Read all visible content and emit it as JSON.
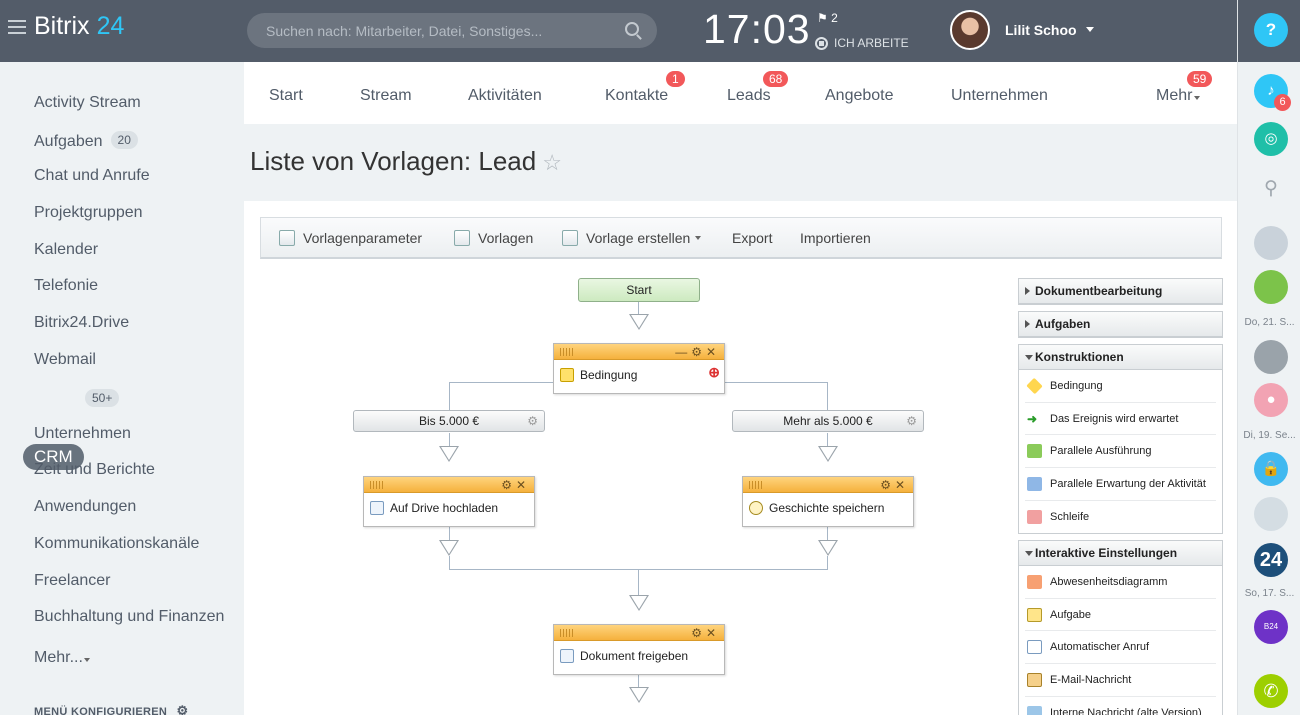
{
  "header": {
    "brand_name": "Bitrix",
    "brand_num": "24",
    "search_placeholder": "Suchen nach: Mitarbeiter, Datei, Sonstiges...",
    "clock": "17:03",
    "flag_count": "2",
    "work_status": "ICH ARBEITE",
    "user_name": "Lilit Schoo"
  },
  "right_bar": {
    "help": "?",
    "notify_badge": "6",
    "dates": [
      "Do, 21. S...",
      "Di, 19. Se...",
      "So, 17. S..."
    ],
    "b24": "24"
  },
  "left_nav": {
    "items": [
      "Activity Stream",
      "Aufgaben",
      "Chat und Anrufe",
      "Projektgruppen",
      "Kalender",
      "Telefonie",
      "Bitrix24.Drive",
      "Webmail",
      "CRM",
      "Unternehmen",
      "Zeit und Berichte",
      "Anwendungen",
      "Kommunikationskanäle",
      "Freelancer",
      "Buchhaltung und Finanzen",
      "Mehr..."
    ],
    "aufgaben_count": "20",
    "crm_count": "50+",
    "configure": "MENÜ KONFIGURIEREN"
  },
  "top_menu": {
    "items": [
      "Start",
      "Stream",
      "Aktivitäten",
      "Kontakte",
      "Leads",
      "Angebote",
      "Unternehmen",
      "Mehr"
    ],
    "kontakte_badge": "1",
    "leads_badge": "68",
    "mehr_badge": "59"
  },
  "page": {
    "title": "Liste von Vorlagen: Lead",
    "star": "☆"
  },
  "toolbar": {
    "params": "Vorlagenparameter",
    "templates": "Vorlagen",
    "create": "Vorlage erstellen",
    "export": "Export",
    "import": "Importieren"
  },
  "workflow": {
    "start": "Start",
    "condition": "Bedingung",
    "branch_left": "Bis 5.000 €",
    "branch_right": "Mehr als 5.000 €",
    "act_left": "Auf Drive hochladen",
    "act_right": "Geschichte speichern",
    "act_bottom": "Dokument freigeben"
  },
  "panel": {
    "sec1": "Dokumentbearbeitung",
    "sec2": "Aufgaben",
    "sec3": "Konstruktionen",
    "construct_items": [
      "Bedingung",
      "Das Ereignis wird erwartet",
      "Parallele Ausführung",
      "Parallele Erwartung der Aktivität",
      "Schleife"
    ],
    "sec4": "Interaktive Einstellungen",
    "interactive_items": [
      "Abwesenheitsdiagramm",
      "Aufgabe",
      "Automatischer Anruf",
      "E-Mail-Nachricht",
      "Interne Nachricht (alte Version)"
    ]
  },
  "colors": {
    "header": "#535c69",
    "accent": "#2fc6f6",
    "badge": "#f2585a",
    "green": "#9dcf00"
  }
}
